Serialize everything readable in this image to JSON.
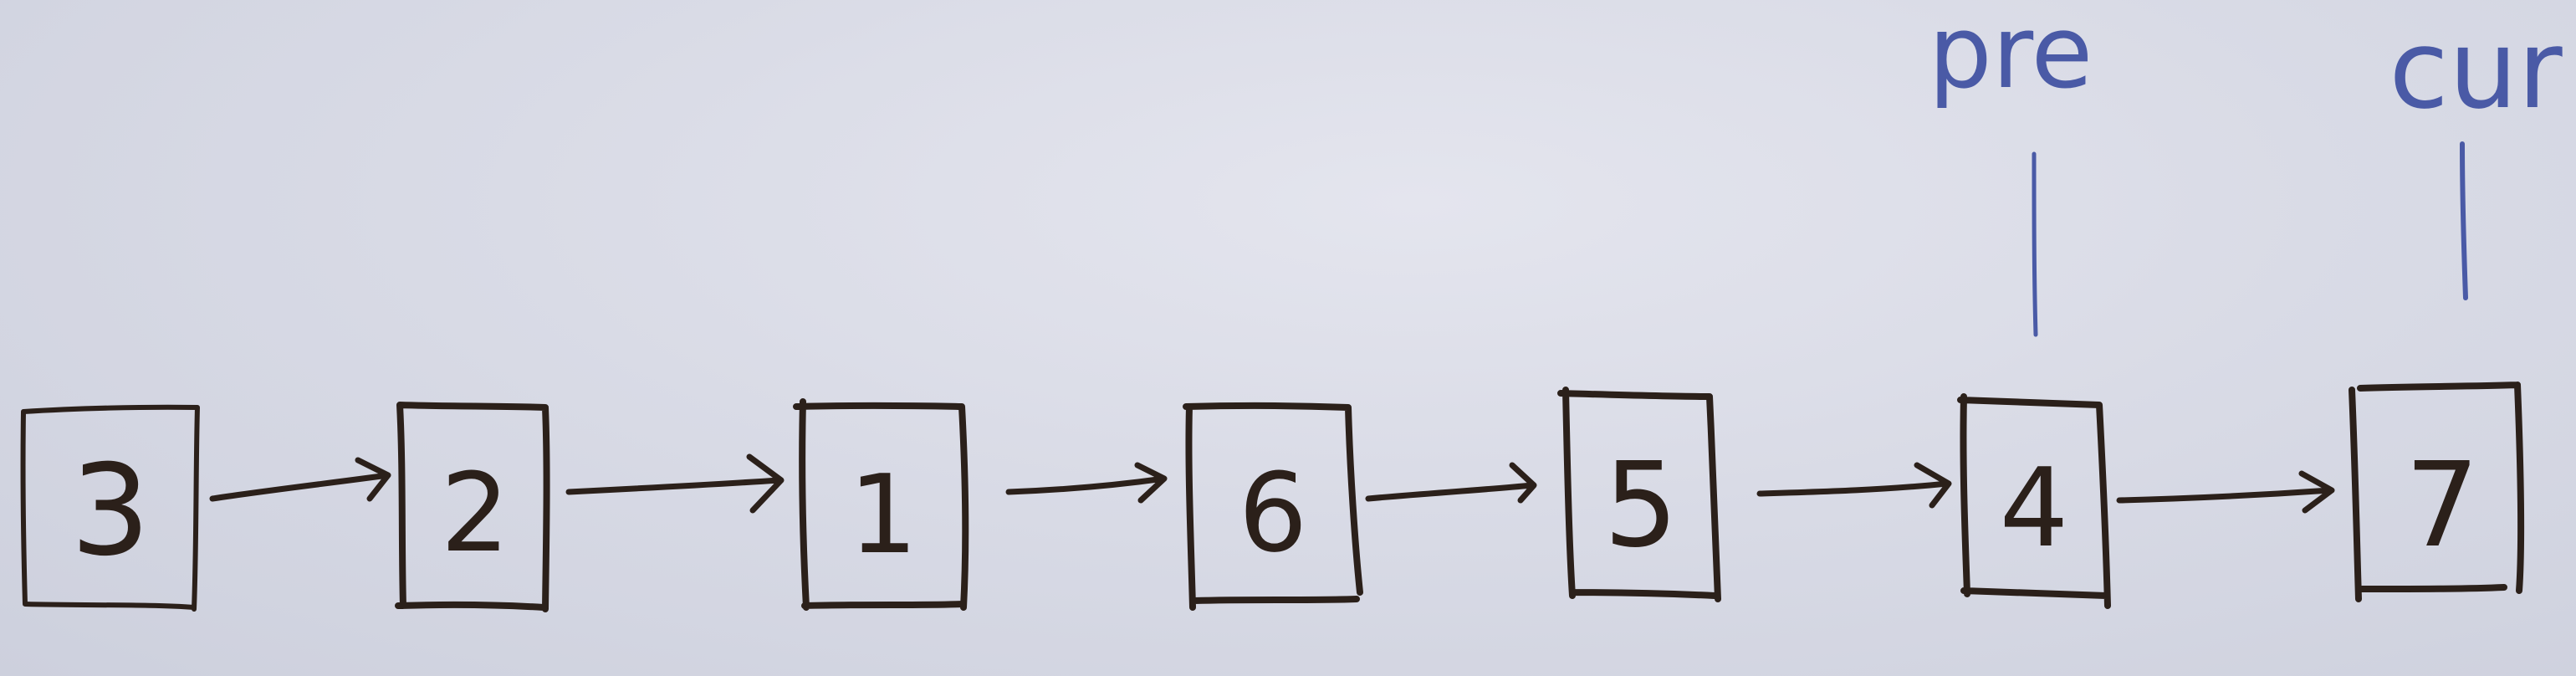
{
  "whiteboard": {
    "ink_color": "#2b201a",
    "pointer_ink_color": "#4a5aa6",
    "nodes": [
      {
        "value": "3"
      },
      {
        "value": "2"
      },
      {
        "value": "1"
      },
      {
        "value": "6"
      },
      {
        "value": "5"
      },
      {
        "value": "4"
      },
      {
        "value": "7"
      }
    ],
    "pointers": [
      {
        "label": "pre",
        "points_to_node": "4"
      },
      {
        "label": "cur",
        "points_to_node": "7"
      }
    ]
  }
}
